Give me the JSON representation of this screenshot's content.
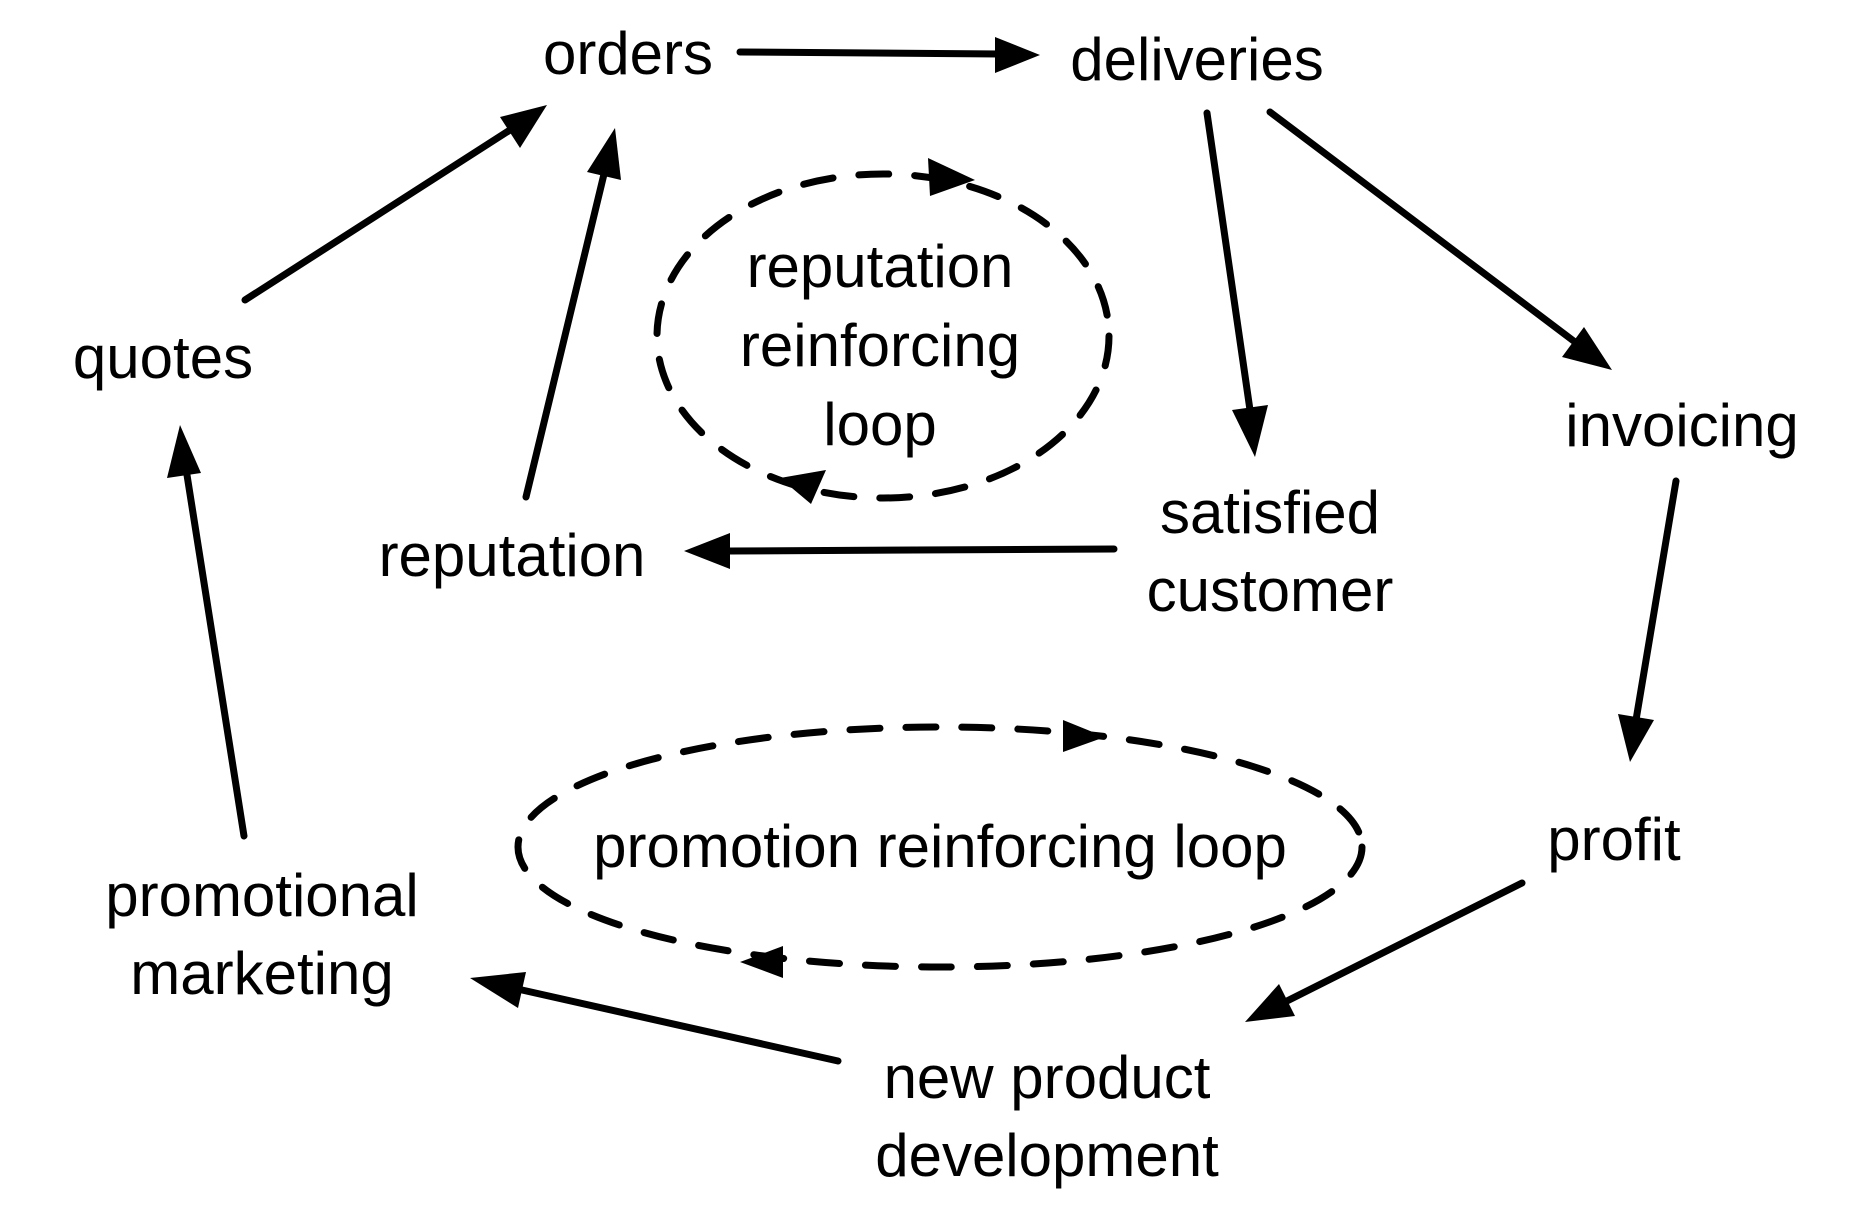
{
  "diagram": {
    "type": "causal-loop-diagram",
    "nodes": {
      "orders": "orders",
      "deliveries": "deliveries",
      "quotes": "quotes",
      "reputation": "reputation",
      "satisfied_customer": [
        "satisfied",
        "customer"
      ],
      "invoicing": "invoicing",
      "profit": "profit",
      "promotional_marketing": [
        "promotional",
        "marketing"
      ],
      "new_product_development": [
        "new product",
        "development"
      ]
    },
    "loops": {
      "reputation": [
        "reputation",
        "reinforcing",
        "loop"
      ],
      "promotion": "promotion reinforcing loop"
    },
    "edges": [
      {
        "from": "orders",
        "to": "deliveries"
      },
      {
        "from": "deliveries",
        "to": "satisfied customer"
      },
      {
        "from": "deliveries",
        "to": "invoicing"
      },
      {
        "from": "satisfied customer",
        "to": "reputation"
      },
      {
        "from": "reputation",
        "to": "orders"
      },
      {
        "from": "quotes",
        "to": "orders"
      },
      {
        "from": "invoicing",
        "to": "profit"
      },
      {
        "from": "profit",
        "to": "new product development"
      },
      {
        "from": "new product development",
        "to": "promotional marketing"
      },
      {
        "from": "promotional marketing",
        "to": "quotes"
      }
    ],
    "loop_direction": "clockwise"
  }
}
